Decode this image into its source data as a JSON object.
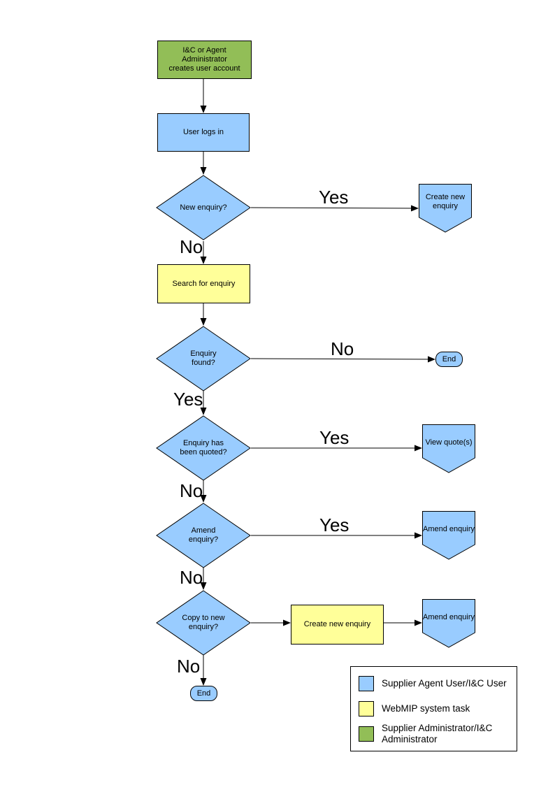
{
  "colors": {
    "node_blue": "#99CCFF",
    "node_yellow": "#FFFF99",
    "node_green": "#92BE57",
    "line": "#000000"
  },
  "nodes": {
    "admin_create_account": "I&C or Agent Administrator\ncreates user account",
    "user_logs_in": "User logs in",
    "new_enquiry_q": "New enquiry?",
    "create_new_enquiry_offpage": "Create new\nenquiry",
    "search_for_enquiry": "Search for enquiry",
    "enquiry_found_q": "Enquiry\nfound?",
    "end_right": "End",
    "enquiry_quoted_q": "Enquiry has\nbeen quoted?",
    "view_quotes_offpage": "View quote(s)",
    "amend_enquiry_q": "Amend\nenquiry?",
    "amend_enquiry_offpage_1": "Amend enquiry",
    "copy_to_new_q": "Copy to new\nenquiry?",
    "create_new_enquiry_task": "Create new enquiry",
    "amend_enquiry_offpage_2": "Amend enquiry",
    "end_bottom": "End"
  },
  "edge_labels": {
    "new_enquiry_yes": "Yes",
    "new_enquiry_no": "No",
    "enquiry_found_no": "No",
    "enquiry_found_yes": "Yes",
    "enquiry_quoted_yes": "Yes",
    "enquiry_quoted_no": "No",
    "amend_enquiry_yes": "Yes",
    "amend_enquiry_no": "No",
    "copy_to_new_no": "No"
  },
  "legend": {
    "items": [
      {
        "color": "#99CCFF",
        "label": "Supplier Agent User/I&C User"
      },
      {
        "color": "#FFFF99",
        "label": "WebMIP system task"
      },
      {
        "color": "#92BE57",
        "label": "Supplier Administrator/I&C\nAdministrator"
      }
    ]
  }
}
